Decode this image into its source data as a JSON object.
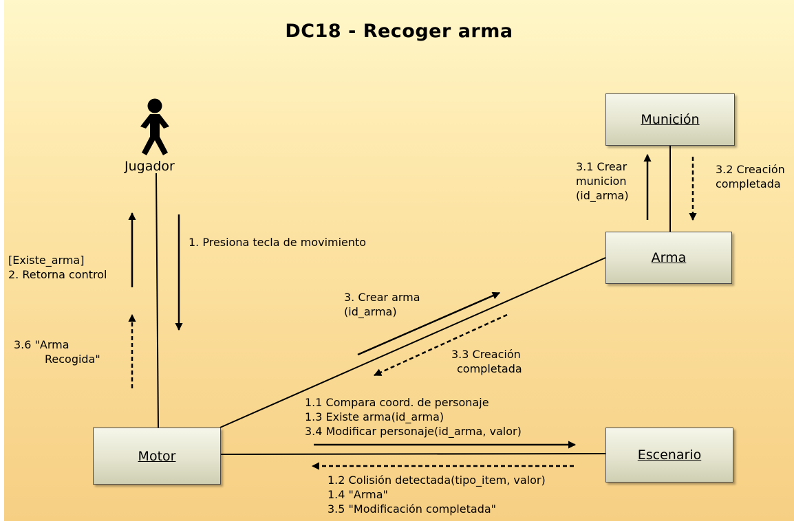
{
  "title": "DC18 - Recoger arma",
  "actor": {
    "label": "Jugador"
  },
  "objects": {
    "municion": "Munición",
    "arma": "Arma",
    "motor": "Motor",
    "escenario": "Escenario"
  },
  "messages": {
    "m1": "1. Presiona tecla de movimiento",
    "m2": [
      "[Existe_arma]",
      "2. Retorna control"
    ],
    "m36": [
      "3.6 \"Arma",
      "Recogida\""
    ],
    "m3": [
      "3. Crear arma",
      "(id_arma)"
    ],
    "m33": [
      "3.3 Creación",
      "completada"
    ],
    "m31": [
      "3.1 Crear",
      "municion",
      "(id_arma)"
    ],
    "m32": [
      "3.2 Creación",
      "completada"
    ],
    "motor_to_escenario": [
      "1.1 Compara coord. de personaje",
      "1.3 Existe arma(id_arma)",
      "3.4 Modificar personaje(id_arma, valor)"
    ],
    "escenario_to_motor": [
      "1.2 Colisión detectada(tipo_item, valor)",
      "1.4 \"Arma\"",
      "3.5 \"Modificación completada\""
    ]
  }
}
